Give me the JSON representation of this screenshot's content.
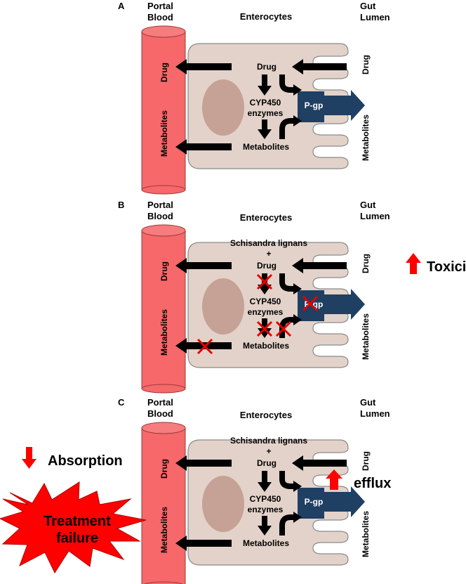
{
  "headers": {
    "portal_blood": [
      "Portal",
      "Blood"
    ],
    "enterocytes": "Enterocytes",
    "gut_lumen": [
      "Gut",
      "Lumen"
    ]
  },
  "common": {
    "drug": "Drug",
    "metabolites": "Metabolites",
    "cyp450": [
      "CYP450",
      "enzymes"
    ],
    "pgp": "P-gp"
  },
  "panels": [
    {
      "letter": "A",
      "lignans": null
    },
    {
      "letter": "B",
      "lignans": [
        "Schisandra lignans",
        "+"
      ],
      "toxicity": "Toxicity"
    },
    {
      "letter": "C",
      "lignans": [
        "Schisandra lignans",
        "+"
      ],
      "absorption": "Absorption",
      "efflux": "efflux",
      "treatment_failure": [
        "Treatment",
        "failure"
      ]
    }
  ],
  "colors": {
    "blood_vessel": "#f6686a",
    "cell": "#e3d2c9",
    "nucleus": "#c6a195",
    "pgp": "#1f3f63",
    "arrow": "#000000",
    "inhibition_x": "#e60000",
    "up_down_arrow": "#ff0000",
    "burst": "#ff0000"
  }
}
